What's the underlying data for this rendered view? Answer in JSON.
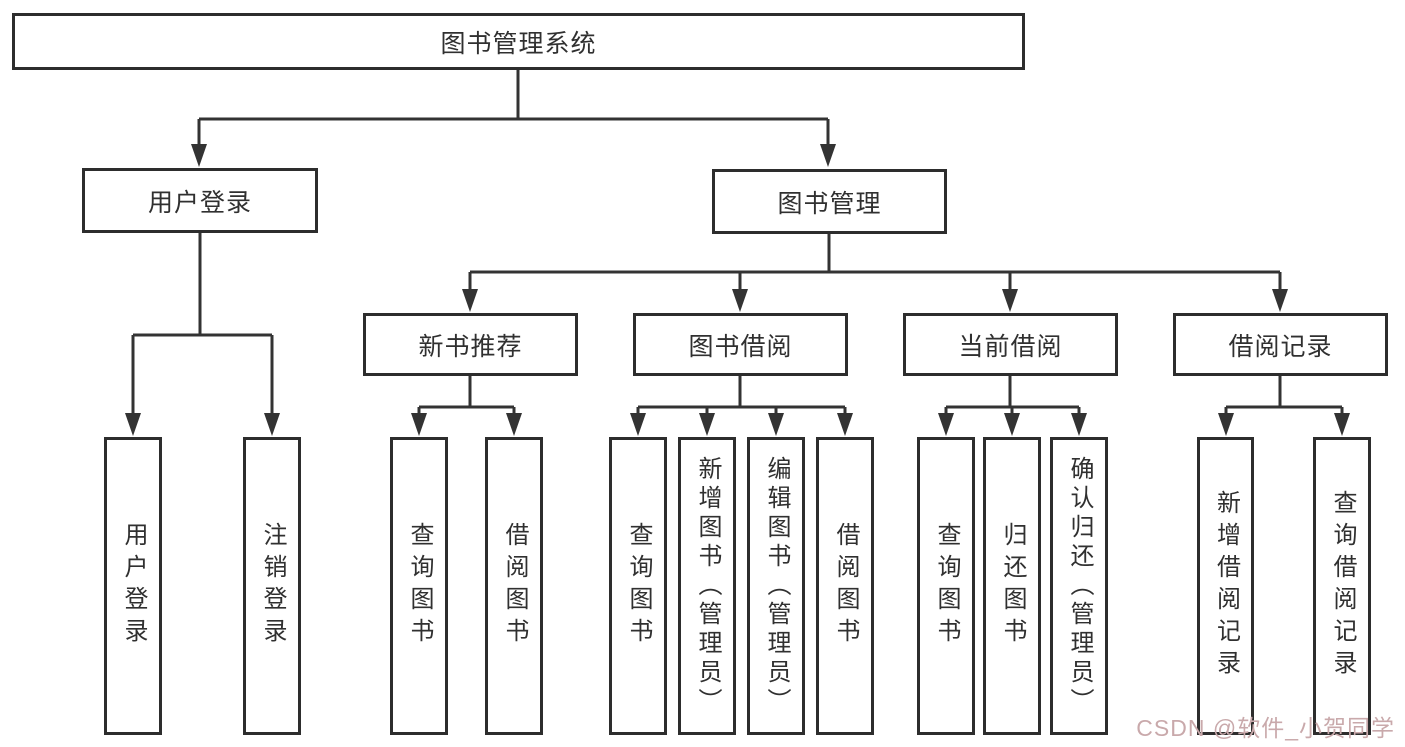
{
  "diagram": {
    "root": {
      "label": "图书管理系统"
    },
    "level2": {
      "user_login": {
        "label": "用户登录"
      },
      "book_mgmt": {
        "label": "图书管理"
      }
    },
    "level3": {
      "new_book": {
        "label": "新书推荐"
      },
      "book_borrow": {
        "label": "图书借阅"
      },
      "current_borrow": {
        "label": "当前借阅"
      },
      "borrow_record": {
        "label": "借阅记录"
      }
    },
    "leaves": {
      "login_user_login": {
        "label": "用户登录"
      },
      "login_logout": {
        "label": "注销登录"
      },
      "nb_query_book": {
        "label": "查询图书"
      },
      "nb_borrow_book": {
        "label": "借阅图书"
      },
      "bb_query_book": {
        "label": "查询图书"
      },
      "bb_add_book_admin": {
        "label": "新增图书（管理员）"
      },
      "bb_edit_book_admin": {
        "label": "编辑图书（管理员）"
      },
      "bb_borrow_book": {
        "label": "借阅图书"
      },
      "cb_query_book": {
        "label": "查询图书"
      },
      "cb_return_book": {
        "label": "归还图书"
      },
      "cb_confirm_return_admin": {
        "label": "确认归还（管理员）"
      },
      "br_add_record": {
        "label": "新增借阅记录"
      },
      "br_query_record": {
        "label": "查询借阅记录"
      }
    }
  },
  "watermark": {
    "text": "CSDN @软件_小贺同学"
  },
  "colors": {
    "line": "#333333",
    "box_border": "#2d2d2d",
    "text": "#303030",
    "watermark": "#c9a9ab",
    "background": "#ffffff"
  }
}
